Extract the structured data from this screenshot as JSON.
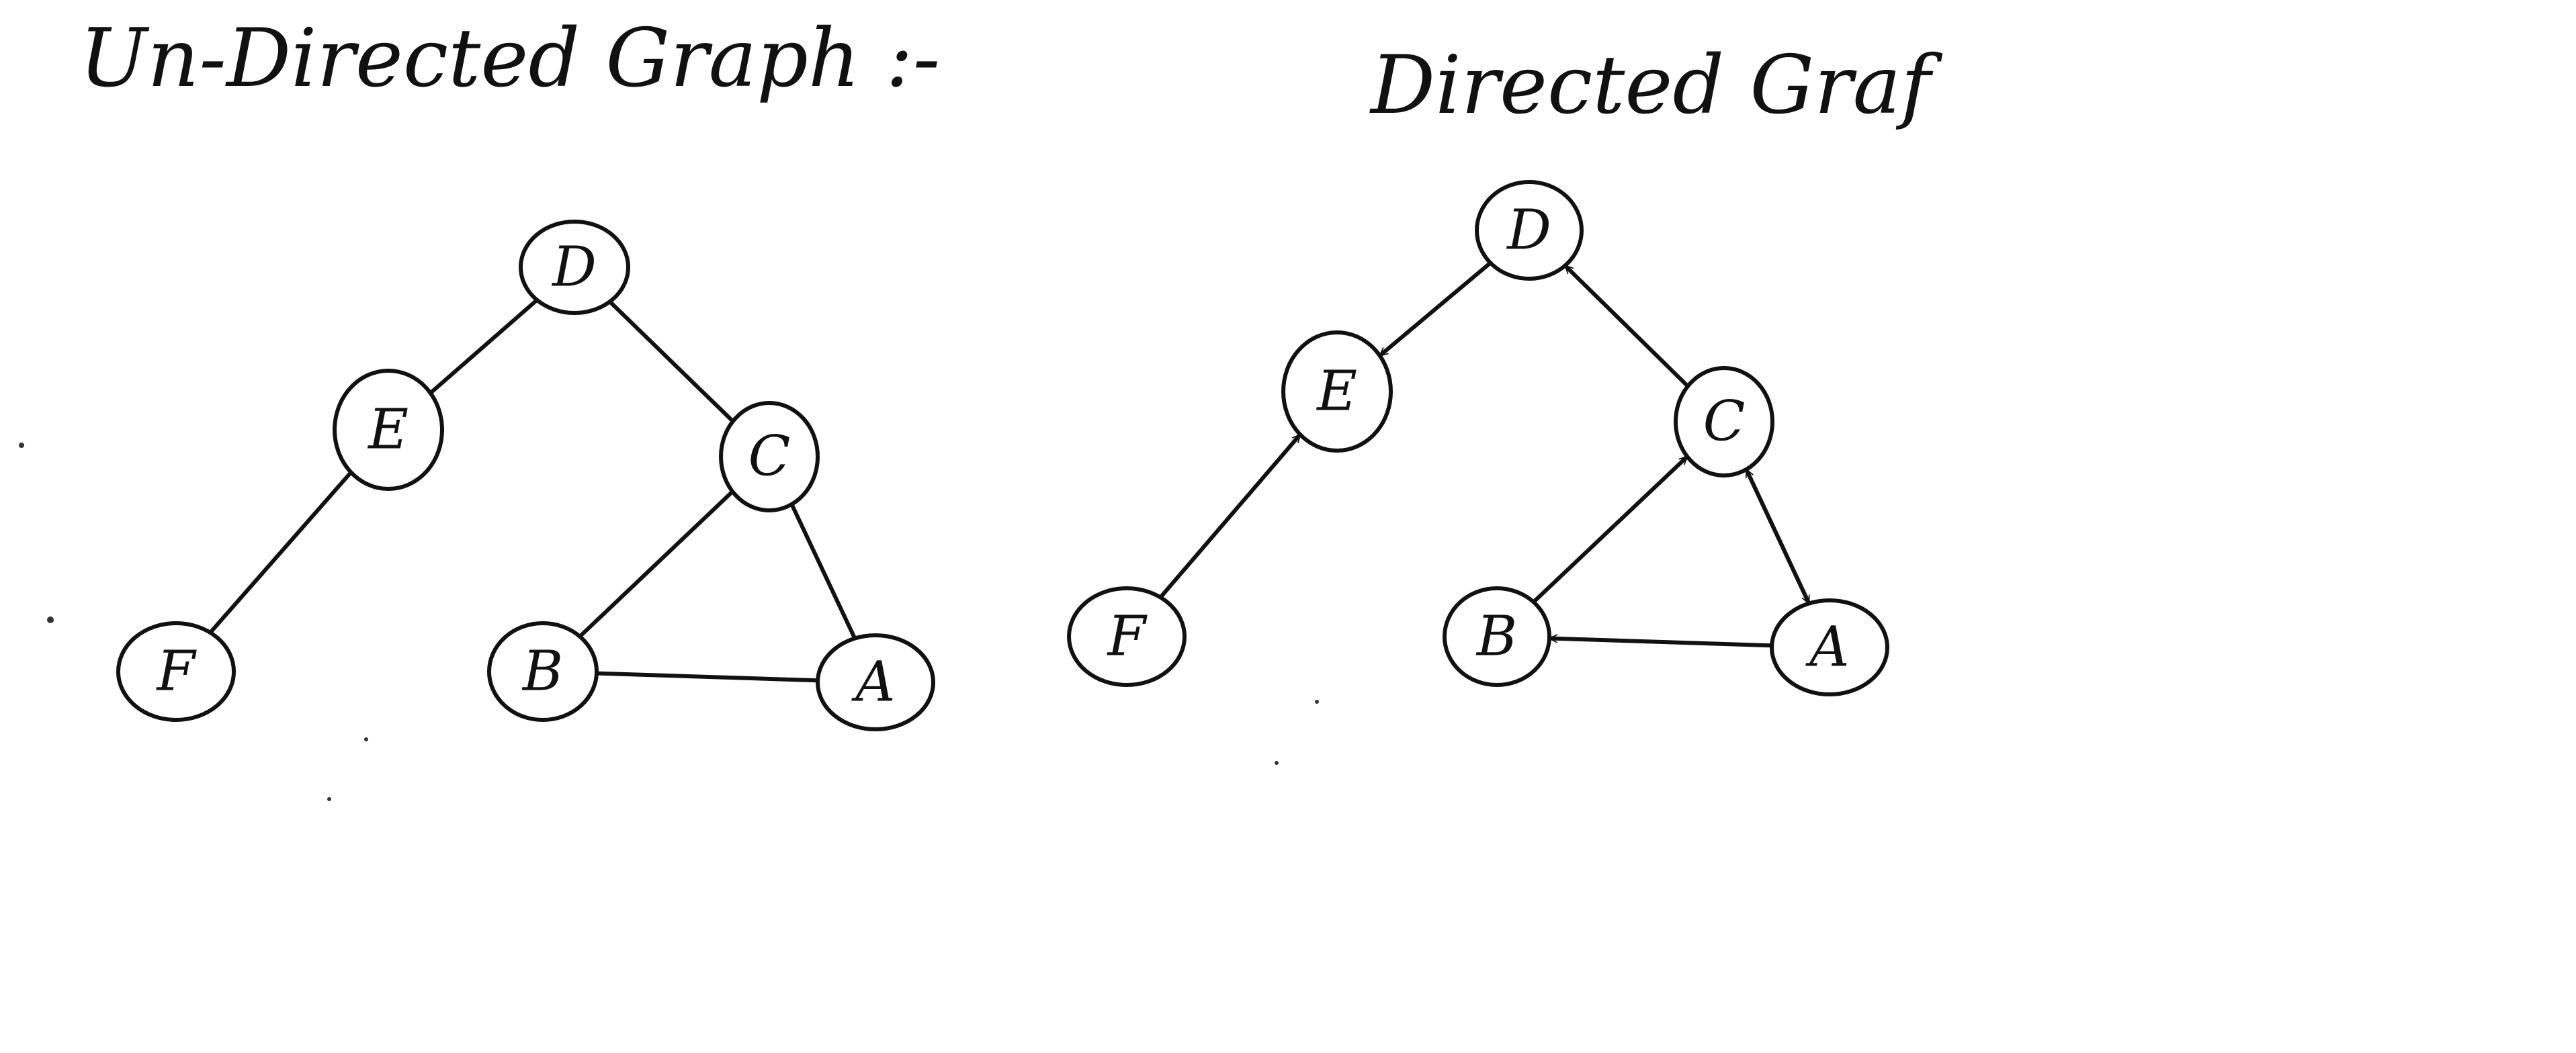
{
  "diagrams": [
    {
      "title": "Un-Directed Graph :-",
      "directed": false,
      "nodes": [
        "D",
        "E",
        "C",
        "F",
        "B",
        "A"
      ],
      "edges": [
        [
          "D",
          "E"
        ],
        [
          "D",
          "C"
        ],
        [
          "E",
          "F"
        ],
        [
          "C",
          "B"
        ],
        [
          "C",
          "A"
        ],
        [
          "B",
          "A"
        ]
      ]
    },
    {
      "title": "Directed Graf",
      "directed": true,
      "nodes": [
        "D",
        "E",
        "C",
        "F",
        "B",
        "A"
      ],
      "edges": [
        [
          "D",
          "E"
        ],
        [
          "C",
          "D"
        ],
        [
          "F",
          "E"
        ],
        [
          "B",
          "C"
        ],
        [
          "A",
          "C"
        ],
        [
          "C",
          "A"
        ],
        [
          "A",
          "B"
        ]
      ]
    }
  ],
  "colors": {
    "ink": "#111111",
    "background": "#ffffff"
  }
}
